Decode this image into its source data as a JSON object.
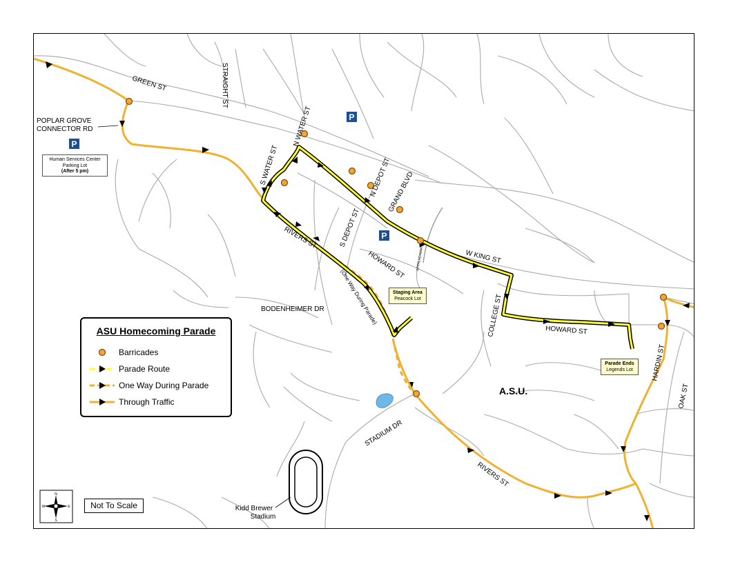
{
  "map": {
    "title": "ASU Homecoming Parade",
    "colors": {
      "through_traffic": "#f0b030",
      "parade_route": "#ffff33",
      "barricade": "#f4a53a",
      "parking": "#1d4f91",
      "pond": "#6fb7e6",
      "street": "#a9a9a9"
    },
    "legend": {
      "title": "ASU Homecoming Parade",
      "items": [
        {
          "label": "Barricades",
          "symbol": "orange-circle"
        },
        {
          "label": "Parade Route",
          "symbol": "yellow-black-line-arrow"
        },
        {
          "label": "One Way During Parade",
          "symbol": "dashed-orange-line-arrow"
        },
        {
          "label": "Through Traffic",
          "symbol": "orange-line-arrow"
        }
      ]
    },
    "streets": {
      "green_st": "GREEN ST",
      "straight_st": "STRAIGHT ST",
      "poplar_line1": "POPLAR GROVE",
      "poplar_line2": "CONNECTOR RD",
      "n_water_st": "N WATER ST",
      "s_water_st": "S WATER ST",
      "n_depot_st": "N DEPOT ST",
      "s_depot_st": "S DEPOT ST",
      "grand_blvd": "GRAND BLVD",
      "w_king_st": "W KING ST",
      "rivers_st_north": "RIVERS ST",
      "one_way_note": "(One Way During Parade)",
      "howard_st_west": "HOWARD ST",
      "howard_st_east": "HOWARD ST",
      "bodenheimer_dr": "BODENHEIMER DR",
      "college_st": "COLLEGE ST",
      "hardin_st": "HARDIN ST",
      "oak_st": "OAK ST",
      "stadium_dr": "STADIUM DR",
      "rivers_st_south": "RIVERS ST",
      "appalachian_st": "APPALACHIAN ST"
    },
    "places": {
      "asu": "A.S.U.",
      "stadium_line1": "Kidd Brewer",
      "stadium_line2": "Stadium"
    },
    "parking_symbol": "P",
    "human_services": {
      "line1": "Human Services Center",
      "line2": "Parking Lot",
      "line3": "(After 5 pm)"
    },
    "staging": {
      "title": "Staging Area",
      "sub": "Peacock Lot"
    },
    "parade_ends": {
      "title": "Parade Ends",
      "sub": "Legends Lot"
    },
    "not_to_scale": "Not To Scale",
    "compass": {
      "n": "N",
      "s": "S",
      "e": "E",
      "w": "W"
    }
  }
}
